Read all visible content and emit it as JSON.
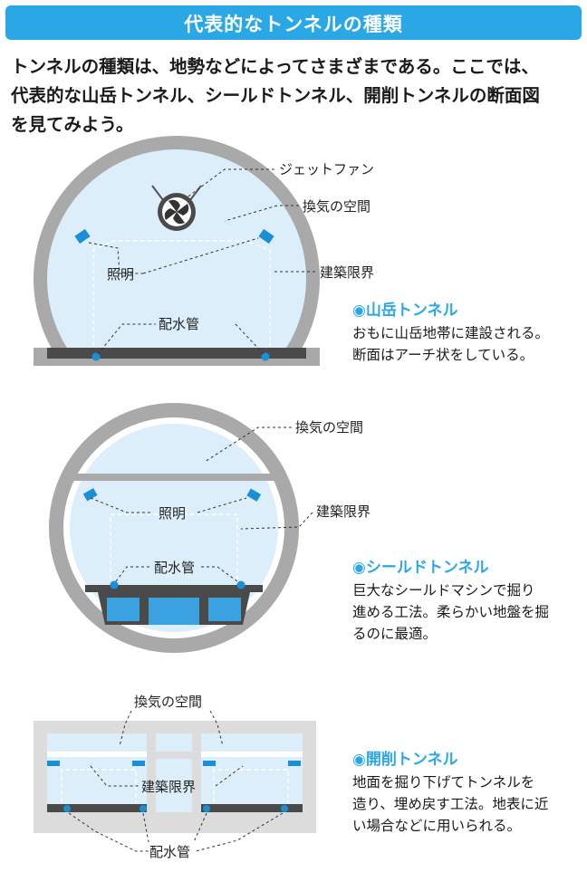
{
  "title": "代表的なトンネルの種類",
  "intro": [
    "トンネルの種類は、地勢などによってさまざまである。ここでは、",
    "代表的な山岳トンネル、シールドトンネル、開削トンネルの断面図",
    "を見てみよう。"
  ],
  "mountain": {
    "heading": "◉山岳トンネル",
    "desc": [
      "おもに山岳地帯に建設される。",
      "断面はアーチ状をしている。"
    ],
    "labels": {
      "jet_fan": "ジェットファン",
      "ventilation": "換気の空間",
      "lighting": "照明",
      "clearance": "建築限界",
      "drain": "配水管"
    }
  },
  "shield": {
    "heading": "◉シールドトンネル",
    "desc": [
      "巨大なシールドマシンで掘り",
      "進める工法。柔らかい地盤を掘",
      "るのに最適。"
    ],
    "labels": {
      "ventilation": "換気の空間",
      "lighting": "照明",
      "clearance": "建築限界",
      "drain": "配水管"
    }
  },
  "cut": {
    "heading": "◉開削トンネル",
    "desc": [
      "地面を掘り下げてトンネルを",
      "造り、埋め戻す工法。地表に近",
      "い場合などに用いられる。"
    ],
    "labels": {
      "ventilation": "換気の空間",
      "clearance": "建築限界",
      "drain": "配水管"
    }
  },
  "colors": {
    "accent": "#2aa8e6",
    "wall": "#a9a9a9",
    "interior": "#dbeefa",
    "lamp": "#1b8fd6",
    "road": "#4a4a4a"
  }
}
